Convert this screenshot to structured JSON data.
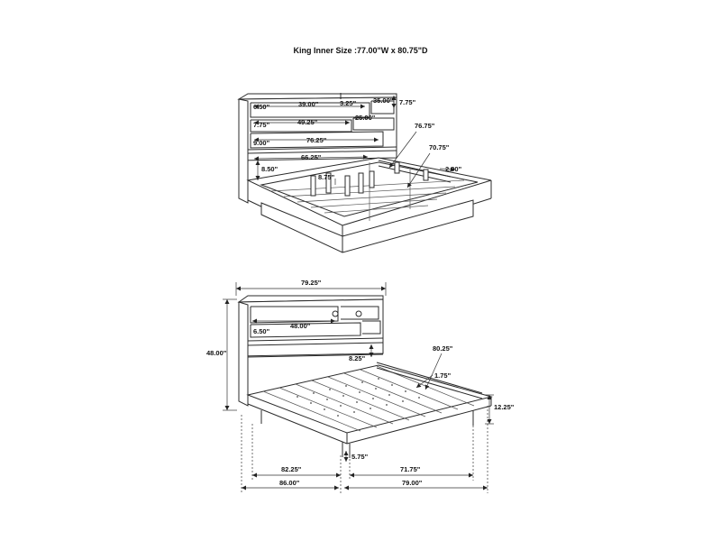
{
  "title": "King Inner Size :77.00\"W x 80.75\"D",
  "top_view": {
    "d_650": "6.50\"",
    "d_3900": "39.00\"",
    "d_325": "3.25\"",
    "d_3500": "35.00\"",
    "d_775a": "7.75\"",
    "d_775b": "7.75\"",
    "d_4925": "49.25\"",
    "d_2500": "25.00\"",
    "d_900": "9.00\"",
    "d_7625": "76.25\"",
    "d_7675": "76.75\"",
    "d_7075": "70.75\"",
    "d_6625": "66.25\"",
    "d_850": "8.50\"",
    "d_875": "8.75\"",
    "d_200": "2.00\""
  },
  "bottom_view": {
    "d_7925": "79.25\"",
    "d_4800a": "48.00\"",
    "d_4800b": "48.00\"",
    "d_650": "6.50\"",
    "d_825": "8.25\"",
    "d_8025": "80.25\"",
    "d_175": "1.75\"",
    "d_1225": "12.25\"",
    "d_575": "5.75\"",
    "d_8225": "82.25\"",
    "d_7175": "71.75\"",
    "d_8600": "86.00\"",
    "d_7900": "79.00\""
  }
}
